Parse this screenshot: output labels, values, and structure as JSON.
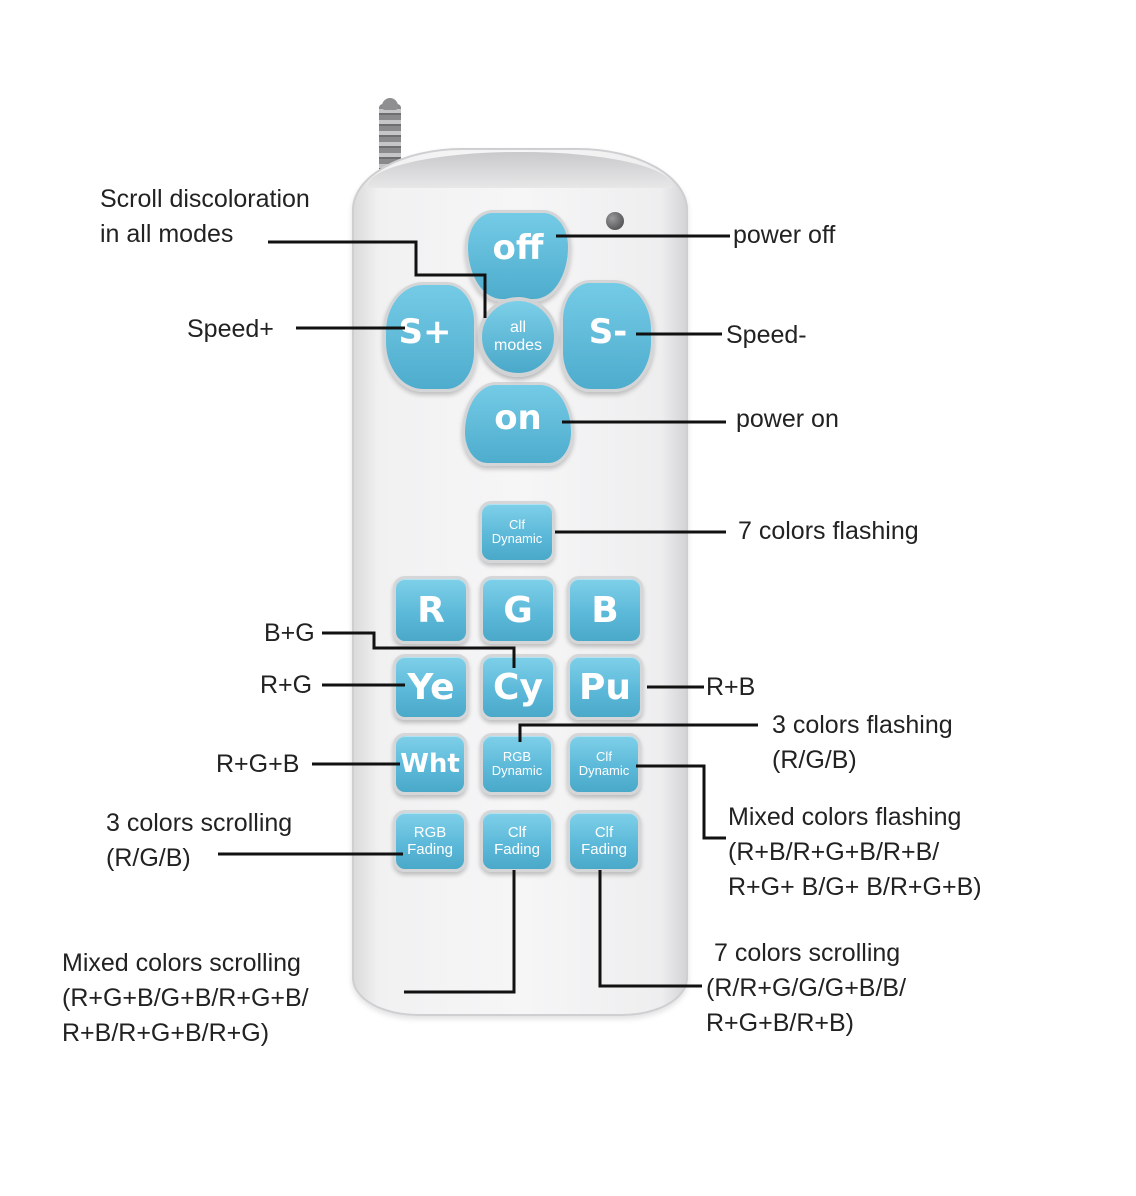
{
  "remote": {
    "dpad": {
      "top": "off",
      "left": "S+",
      "right": "S-",
      "bottom": "on",
      "center": [
        "all",
        "modes"
      ]
    },
    "buttons": {
      "clf_dynamic_top": [
        "Clf",
        "Dynamic"
      ],
      "r": "R",
      "g": "G",
      "b": "B",
      "ye": "Ye",
      "cy": "Cy",
      "pu": "Pu",
      "wht": "Wht",
      "rgb_dynamic": [
        "RGB",
        "Dynamic"
      ],
      "clf_dynamic": [
        "Clf",
        "Dynamic"
      ],
      "rgb_fading": [
        "RGB",
        "Fading"
      ],
      "clf_fading_1": [
        "Clf",
        "Fading"
      ],
      "clf_fading_2": [
        "Clf",
        "Fading"
      ]
    },
    "colors": {
      "button_blue": "#5cb9d9",
      "body": "#f3f3f4"
    }
  },
  "annotations": {
    "scroll_discoloration": [
      "Scroll discoloration",
      "in all modes"
    ],
    "power_off": "power off",
    "speed_plus": "Speed+",
    "speed_minus": "Speed-",
    "power_on": "power on",
    "seven_colors_flashing": "7 colors flashing",
    "b_plus_g": "B+G",
    "r_plus_g": "R+G",
    "r_plus_b": "R+B",
    "three_colors_flashing": [
      "3 colors flashing",
      "(R/G/B)"
    ],
    "r_g_b": "R+G+B",
    "three_colors_scrolling": [
      "3 colors scrolling",
      "(R/G/B)"
    ],
    "mixed_colors_flashing": [
      "Mixed colors flashing",
      "(R+B/R+G+B/R+B/",
      "R+G+ B/G+ B/R+G+B)"
    ],
    "mixed_colors_scrolling": [
      "Mixed colors scrolling",
      "(R+G+B/G+B/R+G+B/",
      "R+B/R+G+B/R+G)"
    ],
    "seven_colors_scrolling": [
      "7 colors scrolling",
      "(R/R+G/G/G+B/B/",
      "R+G+B/R+B)"
    ]
  }
}
